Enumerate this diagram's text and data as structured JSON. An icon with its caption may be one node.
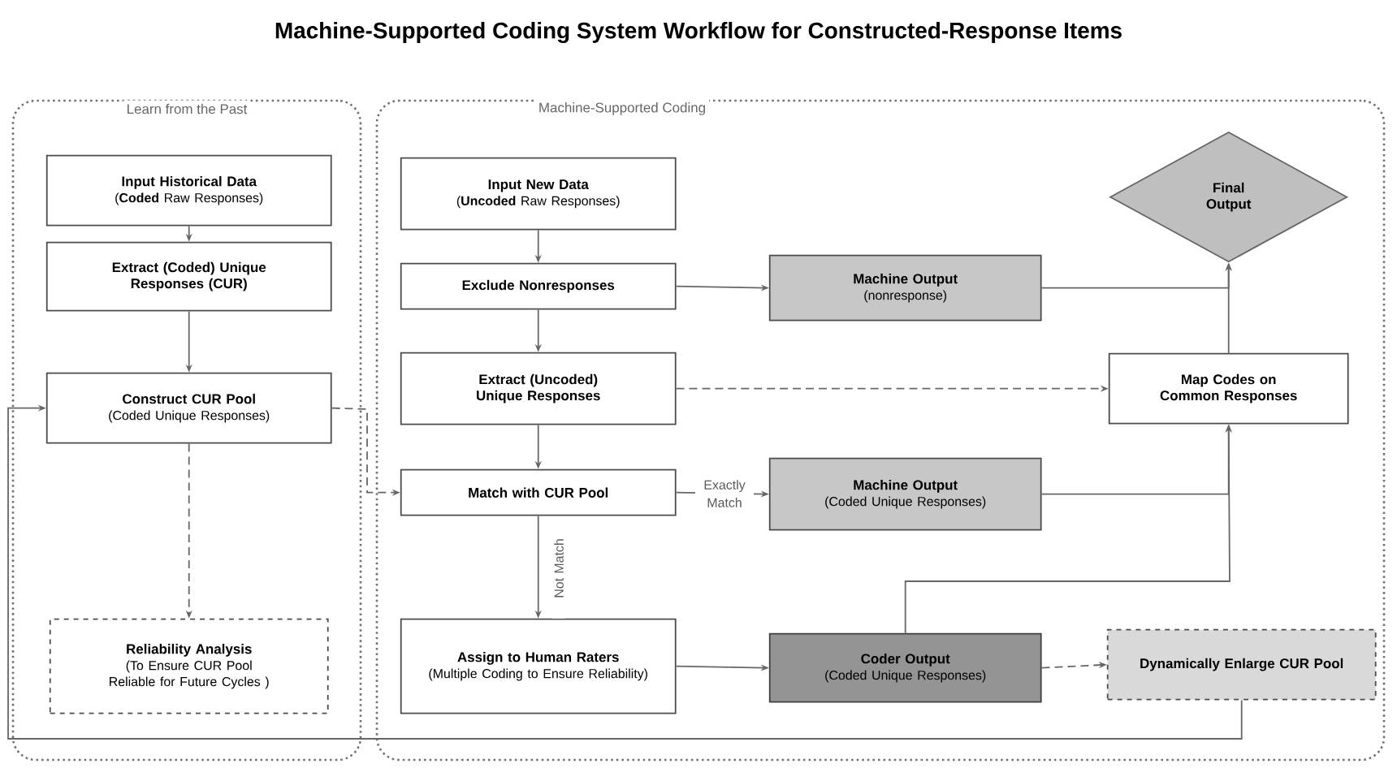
{
  "diagram": {
    "title": "Machine-Supported Coding System Workflow for Constructed-Response Items",
    "nodes": [
      {
        "text": [
          "Learn from the Past"
        ]
      },
      {
        "text": [
          "Input Historical Data",
          "(**Coded** Raw Responses)"
        ],
        "in": 0
      },
      {
        "text": [
          "Extract (Coded) Unique Responses (CUR)"
        ],
        "in": 0
      },
      {
        "text": [
          "Construct CUR Pool",
          "(Coded Unique Responses)"
        ],
        "in": 0
      },
      {
        "text": [
          "Reliability Analysis",
          "(To Ensure CUR Pool Reliable for Future Cycles )"
        ],
        "in": 0
      },
      {
        "text": [
          "Machine-Supported Coding"
        ]
      },
      {
        "text": [
          "Input New Data",
          "(**Uncoded** Raw Responses)"
        ],
        "in": 5
      },
      {
        "text": [
          "Exclude Nonresponses"
        ],
        "in": 5
      },
      {
        "text": [
          "Extract (Uncoded) Unique Responses"
        ],
        "in": 5
      },
      {
        "text": [
          "Match with CUR Pool"
        ],
        "in": 5
      },
      {
        "text": [
          "Assign to Human Raters",
          "(Multiple Coding to Ensure Reliability)"
        ],
        "in": 5
      },
      {
        "text": [
          "Final Output"
        ],
        "in": 5
      },
      {
        "text": [
          "Machine Output",
          "(nonresponse)"
        ],
        "in": 5
      },
      {
        "text": [
          "Map Codes on Common Responses"
        ],
        "in": 5
      },
      {
        "text": [
          "Machine Output",
          "(Coded Unique Responses)"
        ],
        "in": 5
      },
      {
        "text": [
          "Coder Output",
          "(Coded Unique Responses)"
        ],
        "in": 5
      },
      {
        "text": [
          "Dynamically Enlarge CUR Pool"
        ],
        "in": 5
      }
    ],
    "edges": [
      {
        "from": 1,
        "to": 2,
        "arrow": "to"
      },
      {
        "from": 2,
        "to": 3,
        "arrow": "to"
      },
      {
        "from": 3,
        "to": 4,
        "arrow": "to",
        "style": "dashed"
      },
      {
        "from": 16,
        "to": 3,
        "arrow": "to"
      },
      {
        "from": 3,
        "to": 9,
        "arrow": "to",
        "style": "dashed"
      },
      {
        "from": 6,
        "to": 7,
        "arrow": "to"
      },
      {
        "from": 7,
        "to": 8,
        "arrow": "to"
      },
      {
        "from": 8,
        "to": 9,
        "arrow": "to"
      },
      {
        "from": 7,
        "to": 12,
        "arrow": "to"
      },
      {
        "from": 8,
        "to": 13,
        "arrow": "to",
        "style": "dashed"
      },
      {
        "from": 9,
        "to": 14,
        "arrow": "to",
        "label": "Exactly Match"
      },
      {
        "from": 9,
        "to": 10,
        "arrow": "to",
        "label": "Not Match"
      },
      {
        "from": 10,
        "to": 15,
        "arrow": "to"
      },
      {
        "from": 15,
        "to": 16,
        "arrow": "to",
        "style": "dashed"
      },
      {
        "from": 12,
        "to": 11,
        "arrow": "to"
      },
      {
        "from": 13,
        "to": 11,
        "arrow": "to"
      },
      {
        "from": 14,
        "to": 13,
        "arrow": "to"
      },
      {
        "from": 15,
        "to": 13,
        "arrow": "to"
      }
    ]
  }
}
